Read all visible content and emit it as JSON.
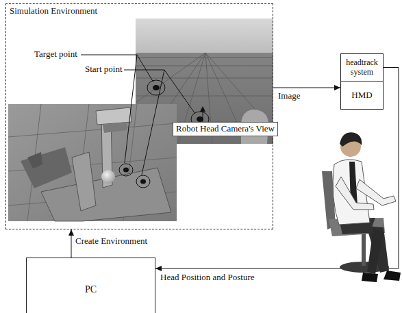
{
  "diagram": {
    "nodes": [
      {
        "text": [
          "Simulation Environment"
        ]
      },
      {
        "text": [
          "headtrack system"
        ]
      },
      {
        "text": [
          "HMD"
        ]
      },
      {
        "text": [
          "PC"
        ]
      }
    ],
    "edges": [
      {
        "from": 0,
        "to": 2,
        "arrow": "to",
        "label": "Image"
      },
      {
        "from": 3,
        "to": 0,
        "arrow": "to",
        "label": "Create Environment"
      },
      {
        "from": 1,
        "to": 3,
        "arrow": "to",
        "label": "Head Position and Posture"
      }
    ],
    "labels": [
      "Target point",
      "Start point",
      "Robot Head Camera's View"
    ]
  }
}
